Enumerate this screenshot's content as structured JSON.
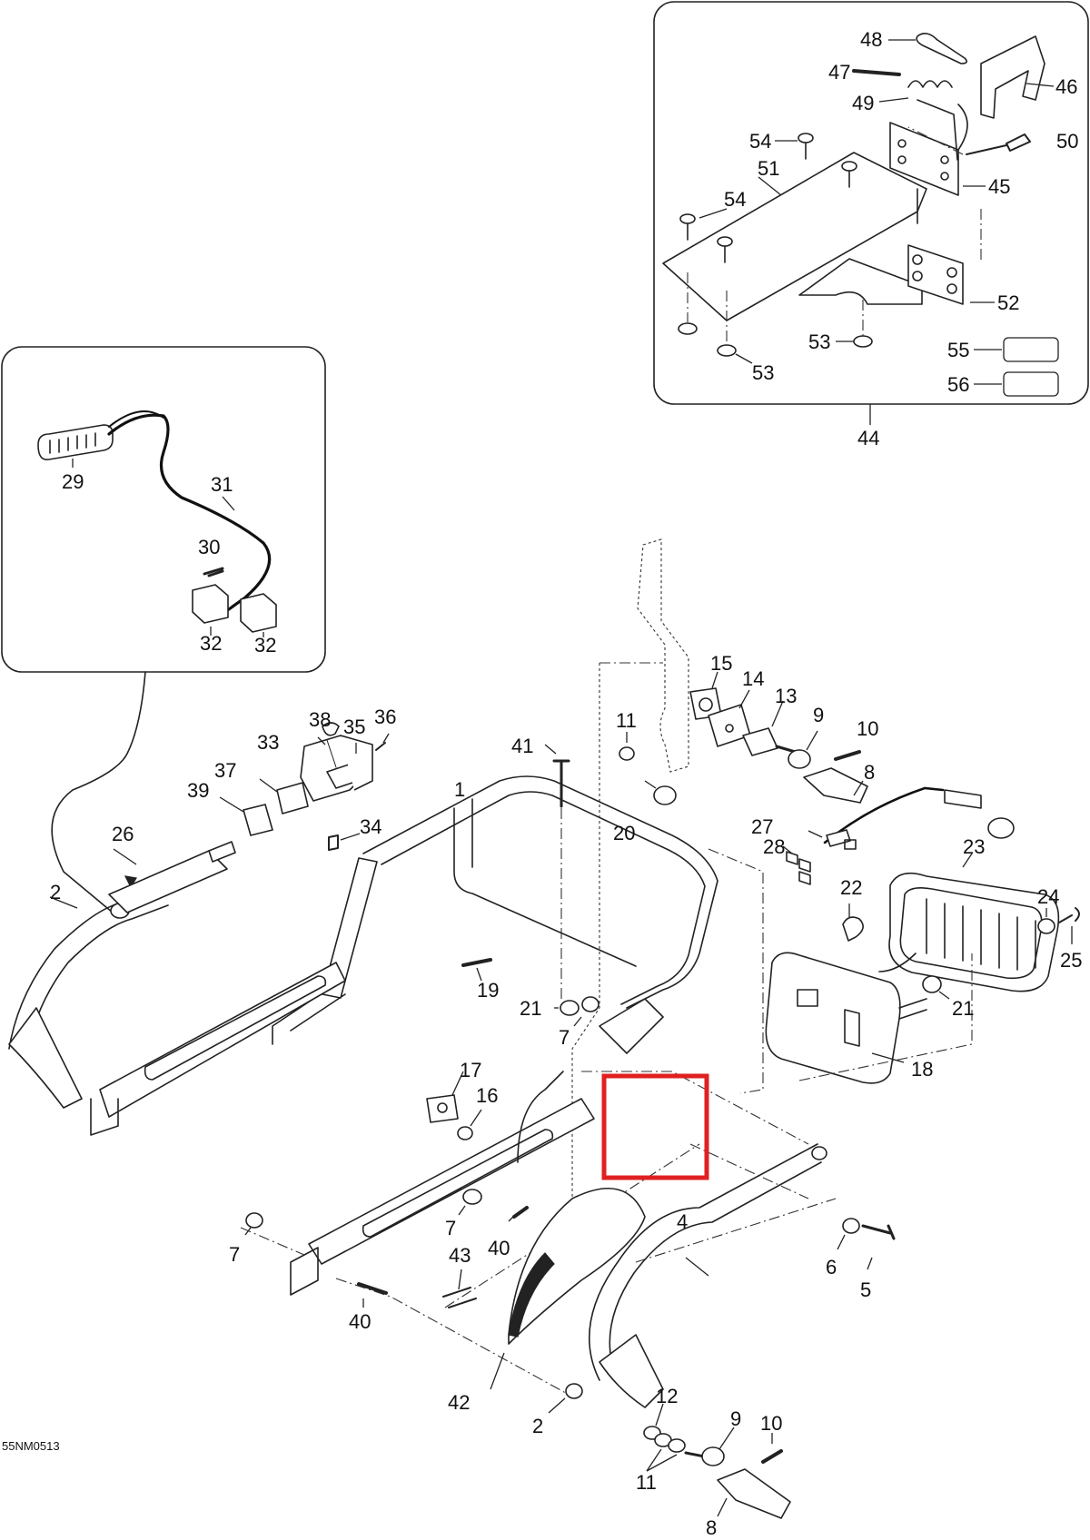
{
  "drawing_code": "55NM0513",
  "callouts": [
    {
      "id": "c48",
      "text": "48"
    },
    {
      "id": "c46",
      "text": "46"
    },
    {
      "id": "c47",
      "text": "47"
    },
    {
      "id": "c49",
      "text": "49"
    },
    {
      "id": "c50",
      "text": "50"
    },
    {
      "id": "c54a",
      "text": "54"
    },
    {
      "id": "c51",
      "text": "51"
    },
    {
      "id": "c45",
      "text": "45"
    },
    {
      "id": "c54b",
      "text": "54"
    },
    {
      "id": "c52",
      "text": "52"
    },
    {
      "id": "c53a",
      "text": "53"
    },
    {
      "id": "c53b",
      "text": "53"
    },
    {
      "id": "c55",
      "text": "55"
    },
    {
      "id": "c56",
      "text": "56"
    },
    {
      "id": "c44",
      "text": "44"
    },
    {
      "id": "c29",
      "text": "29"
    },
    {
      "id": "c31",
      "text": "31"
    },
    {
      "id": "c30",
      "text": "30"
    },
    {
      "id": "c32a",
      "text": "32"
    },
    {
      "id": "c32b",
      "text": "32"
    },
    {
      "id": "c15",
      "text": "15"
    },
    {
      "id": "c14",
      "text": "14"
    },
    {
      "id": "c13",
      "text": "13"
    },
    {
      "id": "c11a",
      "text": "11"
    },
    {
      "id": "c9a",
      "text": "9"
    },
    {
      "id": "c10a",
      "text": "10"
    },
    {
      "id": "c8a",
      "text": "8"
    },
    {
      "id": "c38",
      "text": "38"
    },
    {
      "id": "c35",
      "text": "35"
    },
    {
      "id": "c36",
      "text": "36"
    },
    {
      "id": "c33",
      "text": "33"
    },
    {
      "id": "c37",
      "text": "37"
    },
    {
      "id": "c39",
      "text": "39"
    },
    {
      "id": "c34",
      "text": "34"
    },
    {
      "id": "c41",
      "text": "41"
    },
    {
      "id": "c1",
      "text": "1"
    },
    {
      "id": "c26",
      "text": "26"
    },
    {
      "id": "c2a",
      "text": "2"
    },
    {
      "id": "c20",
      "text": "20"
    },
    {
      "id": "c27",
      "text": "27"
    },
    {
      "id": "c28",
      "text": "28"
    },
    {
      "id": "c23",
      "text": "23"
    },
    {
      "id": "c22",
      "text": "22"
    },
    {
      "id": "c24",
      "text": "24"
    },
    {
      "id": "c25",
      "text": "25"
    },
    {
      "id": "c19",
      "text": "19"
    },
    {
      "id": "c21a",
      "text": "21"
    },
    {
      "id": "c7a",
      "text": "7"
    },
    {
      "id": "c21b",
      "text": "21"
    },
    {
      "id": "c18",
      "text": "18"
    },
    {
      "id": "c17",
      "text": "17"
    },
    {
      "id": "c16",
      "text": "16"
    },
    {
      "id": "c7b",
      "text": "7"
    },
    {
      "id": "c40a",
      "text": "40"
    },
    {
      "id": "c4",
      "text": "4"
    },
    {
      "id": "c7c",
      "text": "7"
    },
    {
      "id": "c43",
      "text": "43"
    },
    {
      "id": "c6",
      "text": "6"
    },
    {
      "id": "c5",
      "text": "5"
    },
    {
      "id": "c40b",
      "text": "40"
    },
    {
      "id": "c42",
      "text": "42"
    },
    {
      "id": "c12",
      "text": "12"
    },
    {
      "id": "c2b",
      "text": "2"
    },
    {
      "id": "c9b",
      "text": "9"
    },
    {
      "id": "c10b",
      "text": "10"
    },
    {
      "id": "c11b",
      "text": "11"
    },
    {
      "id": "c8b",
      "text": "8"
    }
  ],
  "colors": {
    "line": "#222222",
    "highlight": "#e02020",
    "paper": "#ffffff"
  }
}
